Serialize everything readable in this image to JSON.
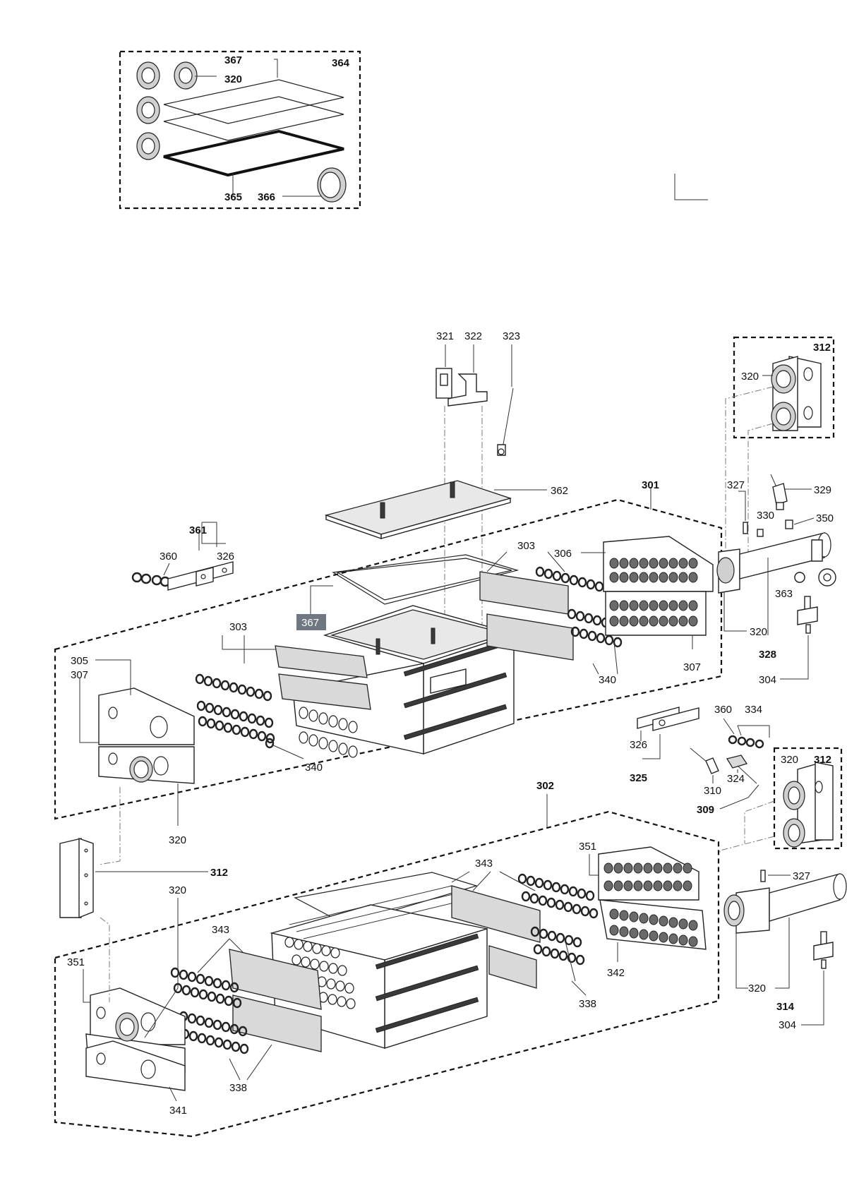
{
  "labels": {
    "kit_364": "364",
    "kit_367": "367",
    "kit_320": "320",
    "kit_365": "365",
    "kit_366": "366",
    "p321": "321",
    "p322": "322",
    "p323": "323",
    "p362": "362",
    "p301": "301",
    "p361": "361",
    "p360a": "360",
    "p326a": "326",
    "p367": "367",
    "p303a": "303",
    "p303b": "303",
    "p306": "306",
    "p305": "305",
    "p307a": "307",
    "p307b": "307",
    "p340a": "340",
    "p340b": "340",
    "p312a": "312",
    "p320a": "320",
    "p327a": "327",
    "p329": "329",
    "p330": "330",
    "p350": "350",
    "p363": "363",
    "p320b": "320",
    "p328": "328",
    "p304a": "304",
    "p360b": "360",
    "p334": "334",
    "p326b": "326",
    "p325": "325",
    "p310": "310",
    "p324": "324",
    "p309": "309",
    "p312b": "312",
    "p320c": "320",
    "p302": "302",
    "p320d": "320",
    "p312c": "312",
    "p320e": "320",
    "p351a": "351",
    "p343a": "343",
    "p343b": "343",
    "p327b": "327",
    "p351b": "351",
    "p342": "342",
    "p338a": "338",
    "p338b": "338",
    "p320f": "320",
    "p314": "314",
    "p304b": "304",
    "p341": "341"
  },
  "highlight_color": "#6f7780"
}
